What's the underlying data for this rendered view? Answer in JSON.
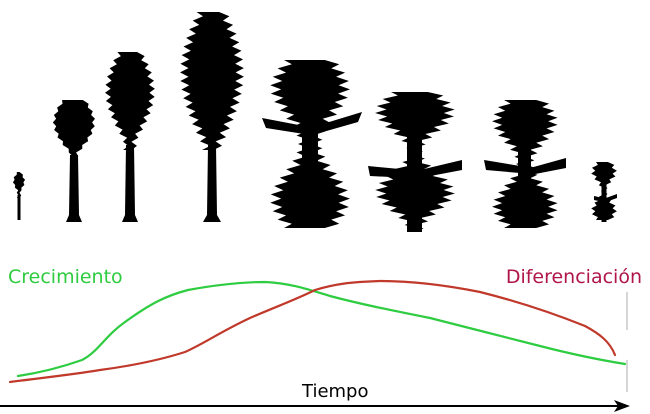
{
  "labels": {
    "growth": "Crecimiento",
    "differentiation": "Diferenciación",
    "time": "Tiempo"
  },
  "colors": {
    "growth": "#2ecc40",
    "differentiation": "#c0392b",
    "differentiation_label": "#b0164a",
    "silhouette": "#000000",
    "axis": "#000000"
  },
  "leaf_stages": [
    {
      "stage": 1,
      "form": "narrow"
    },
    {
      "stage": 2,
      "form": "spatulate"
    },
    {
      "stage": 3,
      "form": "lobed"
    },
    {
      "stage": 4,
      "form": "lobed"
    },
    {
      "stage": 5,
      "form": "dissected"
    },
    {
      "stage": 6,
      "form": "dissected"
    },
    {
      "stage": 7,
      "form": "dissected"
    },
    {
      "stage": 8,
      "form": "dissected"
    }
  ]
}
